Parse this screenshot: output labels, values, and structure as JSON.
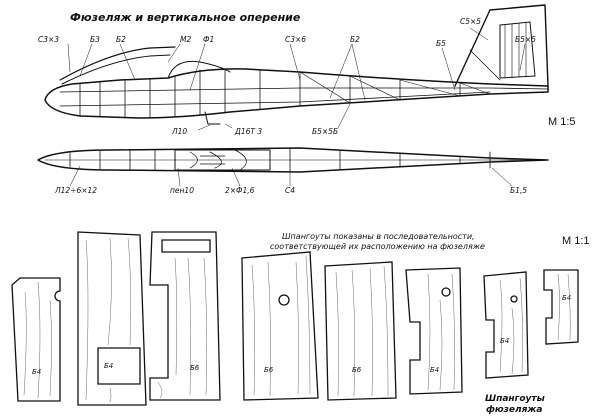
{
  "drawing": {
    "title": "Фюзеляж и вертикальное оперение",
    "note_line1": "Шпангоуты показаны в последовательности,",
    "note_line2": "соответствующей их расположению на фюзеляже",
    "frames_caption_1": "Шпангоуты",
    "frames_caption_2": "фюзеляжа",
    "scale_top": "M 1:5",
    "scale_bottom": "M 1:1"
  },
  "side_view_labels": {
    "c3x3": "С3×3",
    "b3": "Б3",
    "b2_left": "Б2",
    "m2": "М2",
    "f1": "Ф1",
    "c3x6": "С3×6",
    "b2_right": "Б2",
    "b5": "Б5",
    "c5x5": "С5×5",
    "b5x5": "Б5×5",
    "l10": "Л10",
    "d16t3": "Д16Т 3",
    "b5x5b": "Б5×5Б"
  },
  "top_view_labels": {
    "l12": "Л12÷6×12",
    "pen10": "пен10",
    "f16": "2×Ф1,6",
    "c4": "С4",
    "b1_5": "Б1,5"
  },
  "frames": [
    {
      "label": "Б4"
    },
    {
      "label": "Б4"
    },
    {
      "label": "Б6"
    },
    {
      "label": "Б6"
    },
    {
      "label": "Б6"
    },
    {
      "label": "Б4"
    },
    {
      "label": "Б4"
    },
    {
      "label": "Б4"
    }
  ]
}
